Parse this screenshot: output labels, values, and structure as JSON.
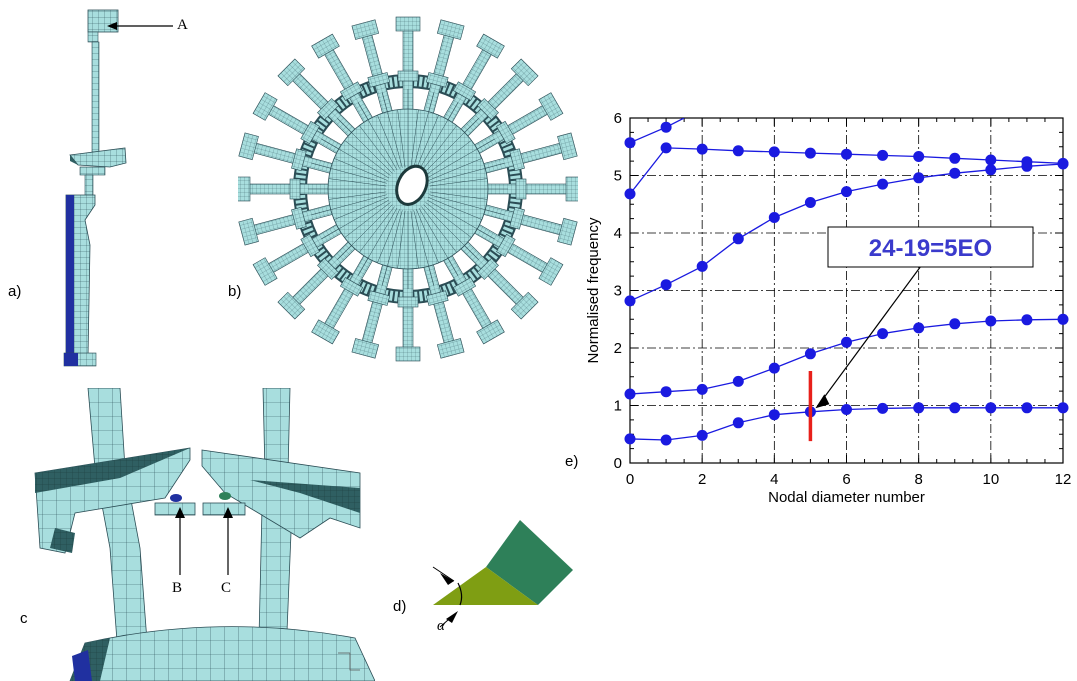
{
  "figure": {
    "panel_labels": {
      "a": "a)",
      "b": "b)",
      "c": "c",
      "d": "d)",
      "e": "e)"
    },
    "callouts": {
      "A": "A",
      "B": "B",
      "C": "C",
      "alpha": "α"
    },
    "colors": {
      "mesh_fill": "#a8dede",
      "mesh_line": "#2b4d55",
      "mesh_dark": "#2f5f62",
      "root_blue": "#2030a0",
      "wedge_light": "#7f9e13",
      "wedge_dark": "#2e8059",
      "series": "#1a1ae0",
      "highlight": "#e8201a",
      "label_text": "#3a3acc"
    }
  },
  "chart_data": {
    "type": "line",
    "xlabel": "Nodal diameter number",
    "ylabel": "Normalised frequency",
    "xlim": [
      0,
      12
    ],
    "ylim": [
      0,
      6
    ],
    "xticks": [
      0,
      2,
      4,
      6,
      8,
      10,
      12
    ],
    "yticks": [
      0,
      1,
      2,
      3,
      4,
      5,
      6
    ],
    "grid": true,
    "annotation": {
      "text": "24-19=5EO",
      "x": 5,
      "y": 0.9
    },
    "series": [
      {
        "x": [
          0,
          1,
          2,
          3,
          4,
          5,
          6,
          7,
          8,
          9,
          10,
          11,
          12
        ],
        "y": [
          0.42,
          0.4,
          0.48,
          0.7,
          0.84,
          0.89,
          0.93,
          0.95,
          0.96,
          0.96,
          0.96,
          0.96,
          0.96
        ]
      },
      {
        "x": [
          0,
          1,
          2,
          3,
          4,
          5,
          6,
          7,
          8,
          9,
          10,
          11,
          12
        ],
        "y": [
          1.2,
          1.24,
          1.28,
          1.42,
          1.65,
          1.9,
          2.1,
          2.25,
          2.35,
          2.42,
          2.47,
          2.49,
          2.5
        ]
      },
      {
        "x": [
          0,
          1,
          2,
          3,
          4,
          5,
          6,
          7,
          8,
          9,
          10,
          11,
          12
        ],
        "y": [
          2.82,
          3.1,
          3.42,
          3.9,
          4.27,
          4.53,
          4.72,
          4.85,
          4.96,
          5.04,
          5.1,
          5.16,
          5.2
        ]
      },
      {
        "x": [
          0,
          1,
          2,
          3,
          4,
          5,
          6,
          7,
          8,
          9,
          10,
          11,
          12
        ],
        "y": [
          4.68,
          5.48,
          5.46,
          5.43,
          5.41,
          5.39,
          5.37,
          5.35,
          5.33,
          5.3,
          5.27,
          5.24,
          5.21
        ]
      },
      {
        "x": [
          0,
          1,
          1.5
        ],
        "y": [
          5.57,
          5.84,
          6.0
        ]
      }
    ],
    "marker_series": [
      {
        "x": [
          0,
          1,
          2,
          3,
          4,
          5,
          6,
          7,
          8,
          9,
          10,
          11,
          12
        ],
        "y": [
          0.42,
          0.4,
          0.48,
          0.7,
          0.84,
          0.89,
          0.93,
          0.95,
          0.96,
          0.96,
          0.96,
          0.96,
          0.96
        ]
      },
      {
        "x": [
          0,
          1,
          2,
          3,
          4,
          5,
          6,
          7,
          8,
          9,
          10,
          11,
          12
        ],
        "y": [
          1.2,
          1.24,
          1.28,
          1.42,
          1.65,
          1.9,
          2.1,
          2.25,
          2.35,
          2.42,
          2.47,
          2.49,
          2.5
        ]
      },
      {
        "x": [
          0,
          1,
          2,
          3,
          4,
          5,
          6,
          7,
          8,
          9,
          10,
          11,
          12
        ],
        "y": [
          2.82,
          3.1,
          3.42,
          3.9,
          4.27,
          4.53,
          4.72,
          4.85,
          4.96,
          5.04,
          5.1,
          5.16,
          5.2
        ]
      },
      {
        "x": [
          0,
          1,
          2,
          3,
          4,
          5,
          6,
          7,
          8,
          9,
          10,
          11,
          12
        ],
        "y": [
          4.68,
          5.48,
          5.46,
          5.43,
          5.41,
          5.39,
          5.37,
          5.35,
          5.33,
          5.3,
          5.27,
          5.24,
          5.21
        ]
      },
      {
        "x": [
          0,
          1
        ],
        "y": [
          5.57,
          5.84
        ]
      }
    ]
  }
}
